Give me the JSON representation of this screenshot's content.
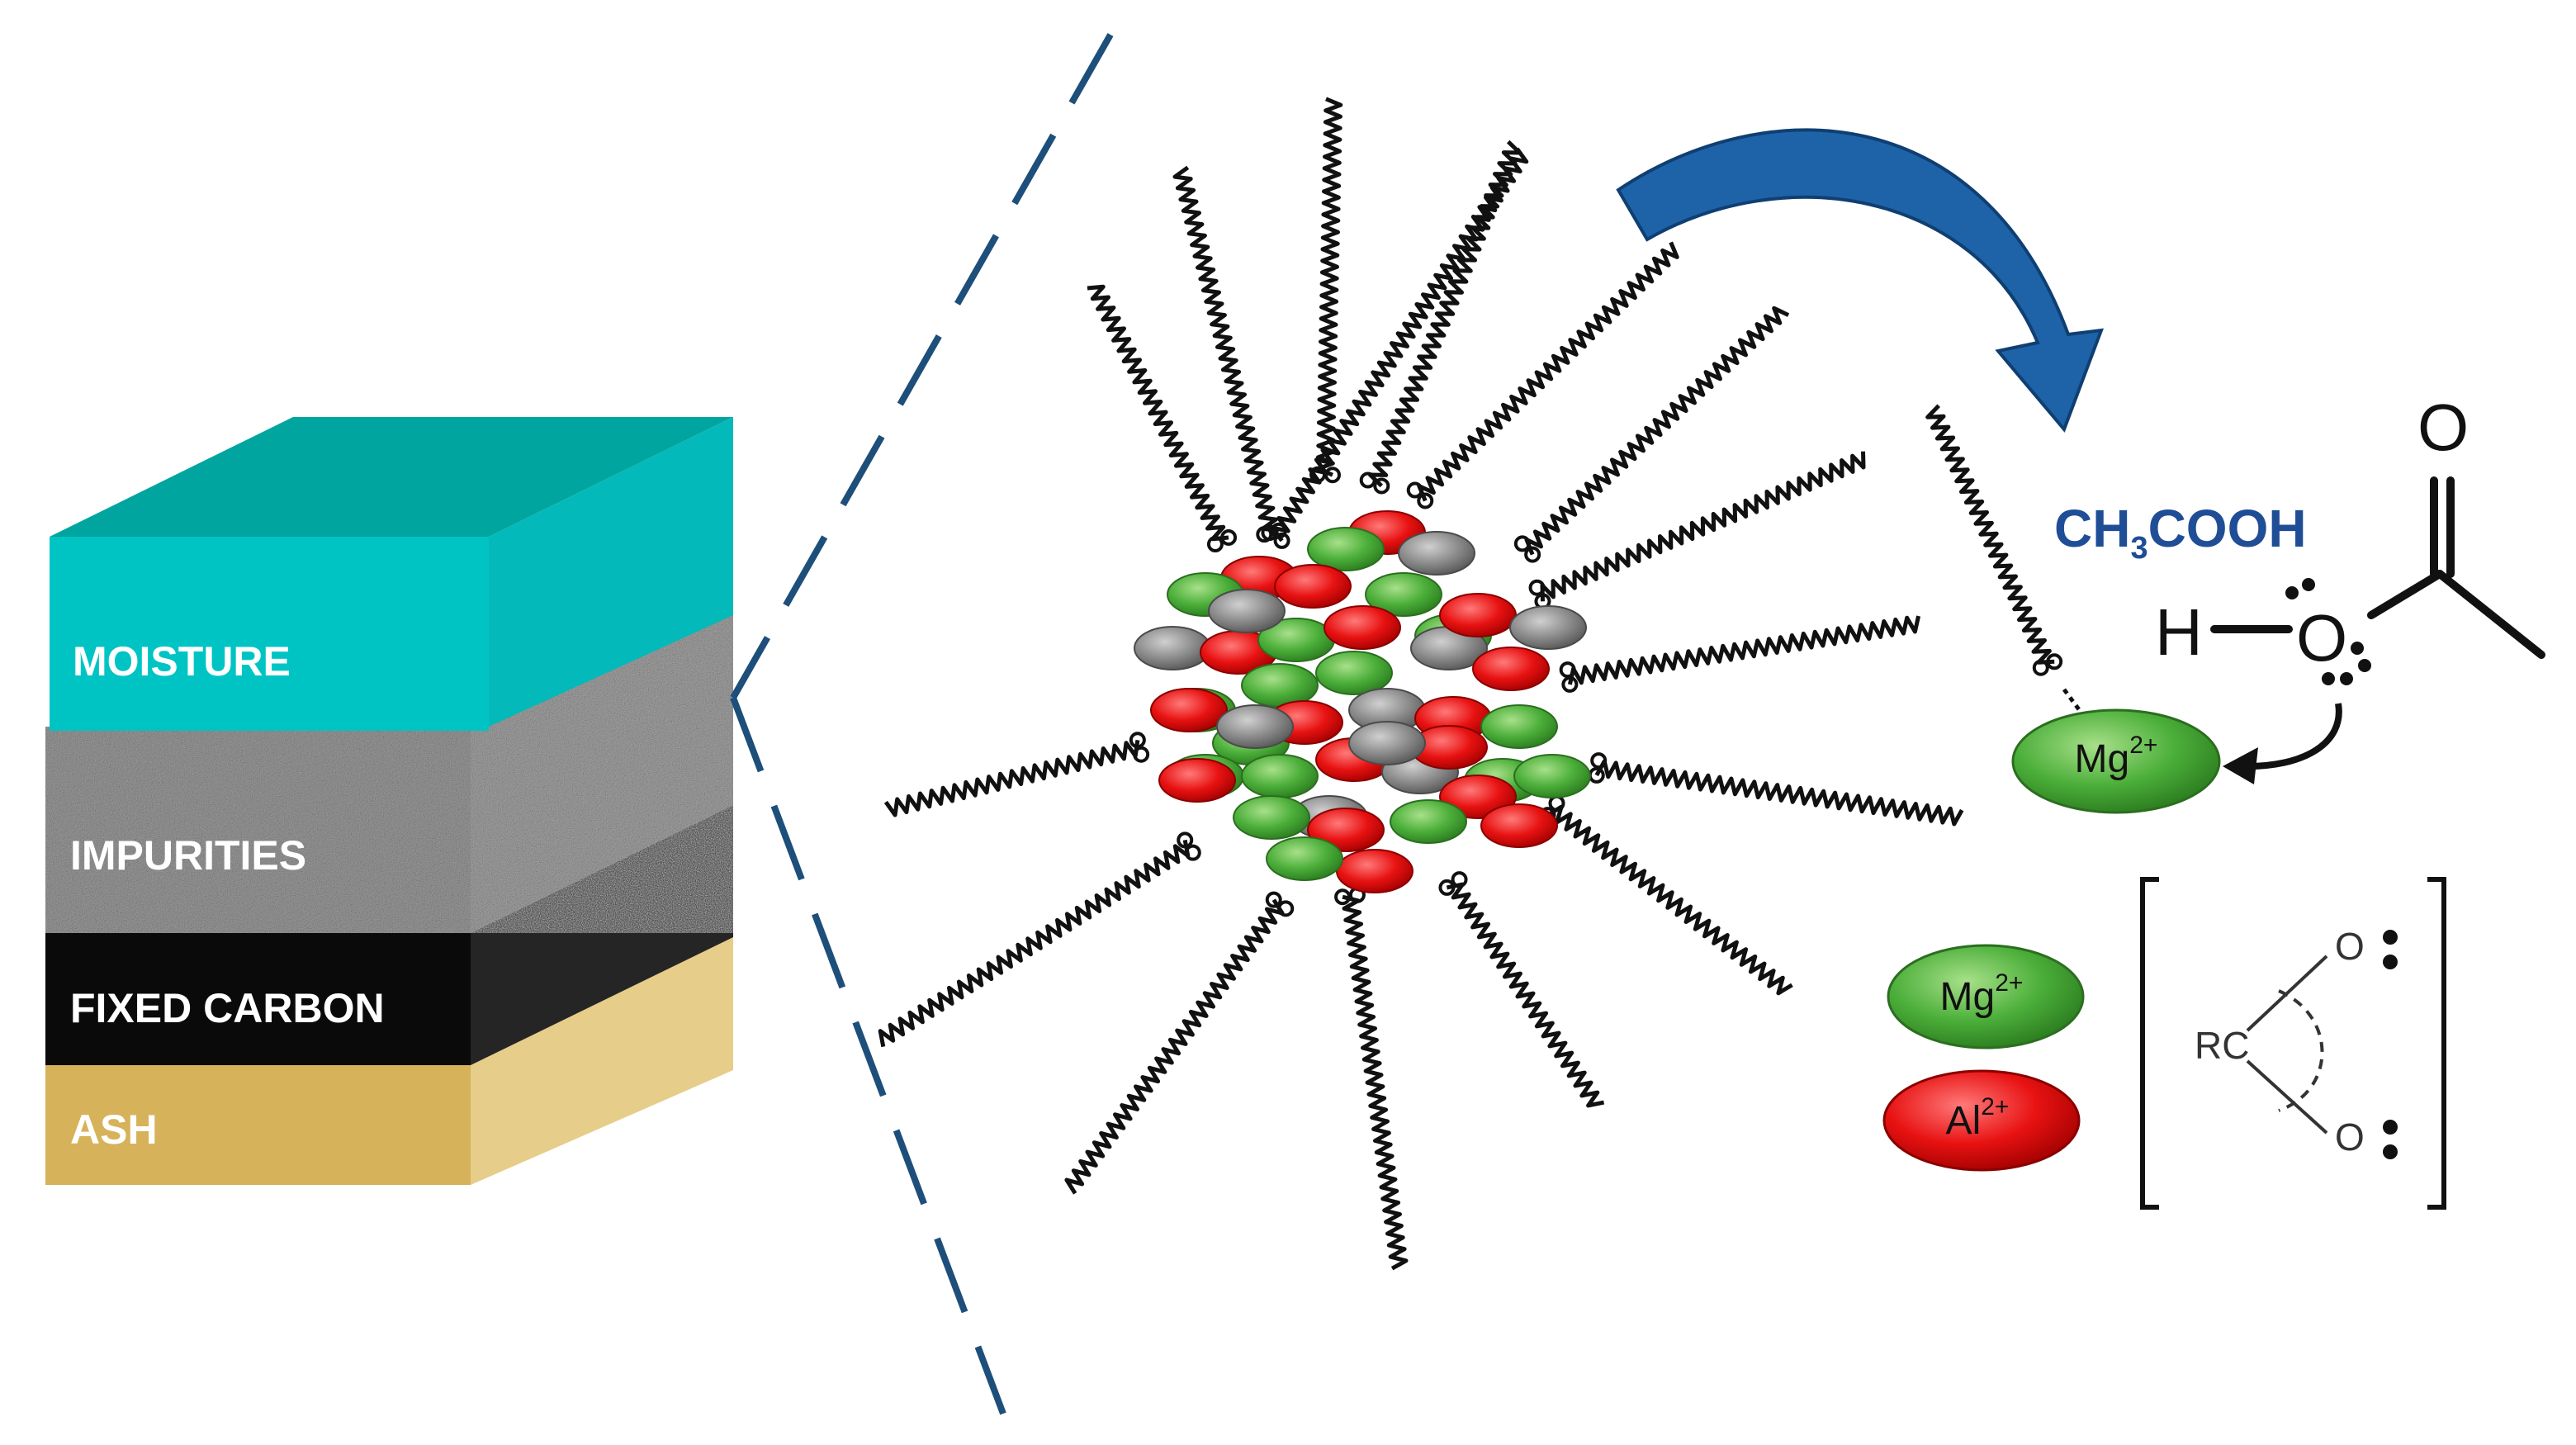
{
  "colors": {
    "moisture": "#00c4c4",
    "impurities": "#8e8e8e",
    "fixed_carbon": "#0a0a0a",
    "ash": "#d6b25a",
    "mg_ion": "#4caf3a",
    "al_ion": "#e81212",
    "gray_particle": "#8c8c8c",
    "arrow_blue": "#1e63a8",
    "dash_line": "#1d4f7a"
  },
  "layers": [
    {
      "id": "moisture",
      "label": "MOISTURE"
    },
    {
      "id": "impurities",
      "label": "IMPURITIES"
    },
    {
      "id": "fixed_carbon",
      "label": "FIXED CARBON"
    },
    {
      "id": "ash",
      "label": "ASH"
    }
  ],
  "chemistry": {
    "acetic_acid_formula": {
      "prefix": "CH",
      "subscript": "3",
      "suffix": "COOH"
    },
    "hydrogen": "H",
    "carbonyl_oxygen": "O",
    "hydroxyl_oxygen": "O",
    "bound_ion": {
      "symbol": "Mg",
      "charge": "2+"
    }
  },
  "legend": {
    "mg": {
      "symbol": "Mg",
      "charge": "2+"
    },
    "al": {
      "symbol": "Al",
      "charge": "2+"
    }
  },
  "carboxylate": {
    "group": "RC",
    "oxygen_top": "O",
    "oxygen_bottom": "O"
  }
}
